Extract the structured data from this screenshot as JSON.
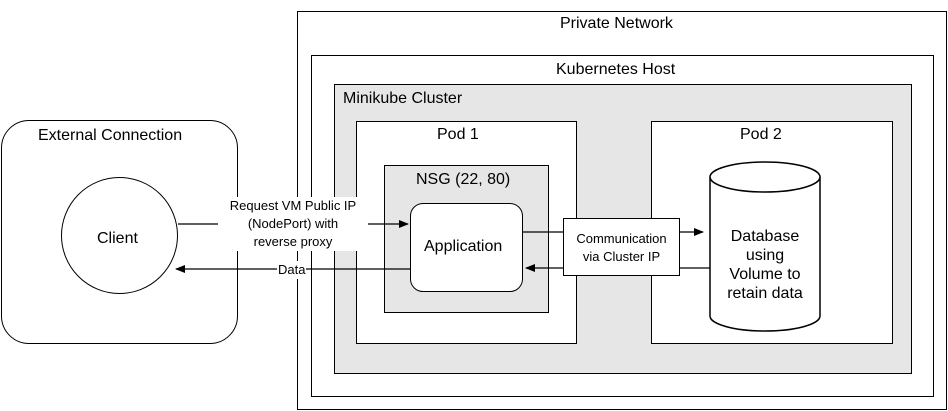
{
  "containers": {
    "private_network": "Private Network",
    "kubernetes_host": "Kubernetes Host",
    "minikube_cluster": "Minikube Cluster",
    "pod1": "Pod 1",
    "pod2": "Pod 2",
    "nsg": "NSG (22, 80)",
    "external_connection": "External Connection"
  },
  "nodes": {
    "client": "Client",
    "application": "Application",
    "database_lines": [
      "Database",
      "using",
      "Volume to",
      "retain data"
    ]
  },
  "edges": {
    "request_lines": [
      "Request VM Public IP",
      "(NodePort) with",
      "reverse proxy"
    ],
    "data": "Data",
    "communication_lines": [
      "Communication",
      "via Cluster IP"
    ]
  }
}
